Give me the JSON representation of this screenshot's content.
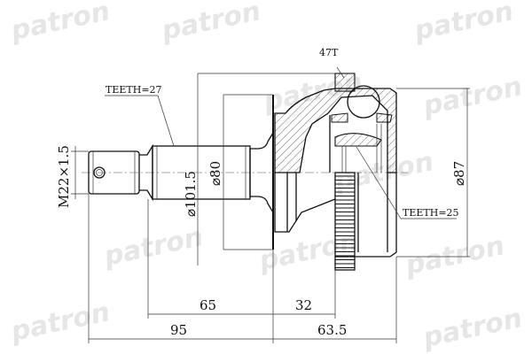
{
  "watermark": "patron",
  "labels": {
    "shaft_teeth": "TEETH=27",
    "abs_ring": "47T",
    "inner_teeth": "TEETH=25",
    "thread": "M22×1.5",
    "dia_flange": "⌀101.5",
    "dia_seat": "⌀80",
    "dia_outer": "⌀87"
  },
  "dimensions": {
    "d65": "65",
    "d32": "32",
    "d95": "95",
    "d63_5": "63.5"
  },
  "colors": {
    "line": "#111111",
    "watermark": "#e6e6e6"
  }
}
